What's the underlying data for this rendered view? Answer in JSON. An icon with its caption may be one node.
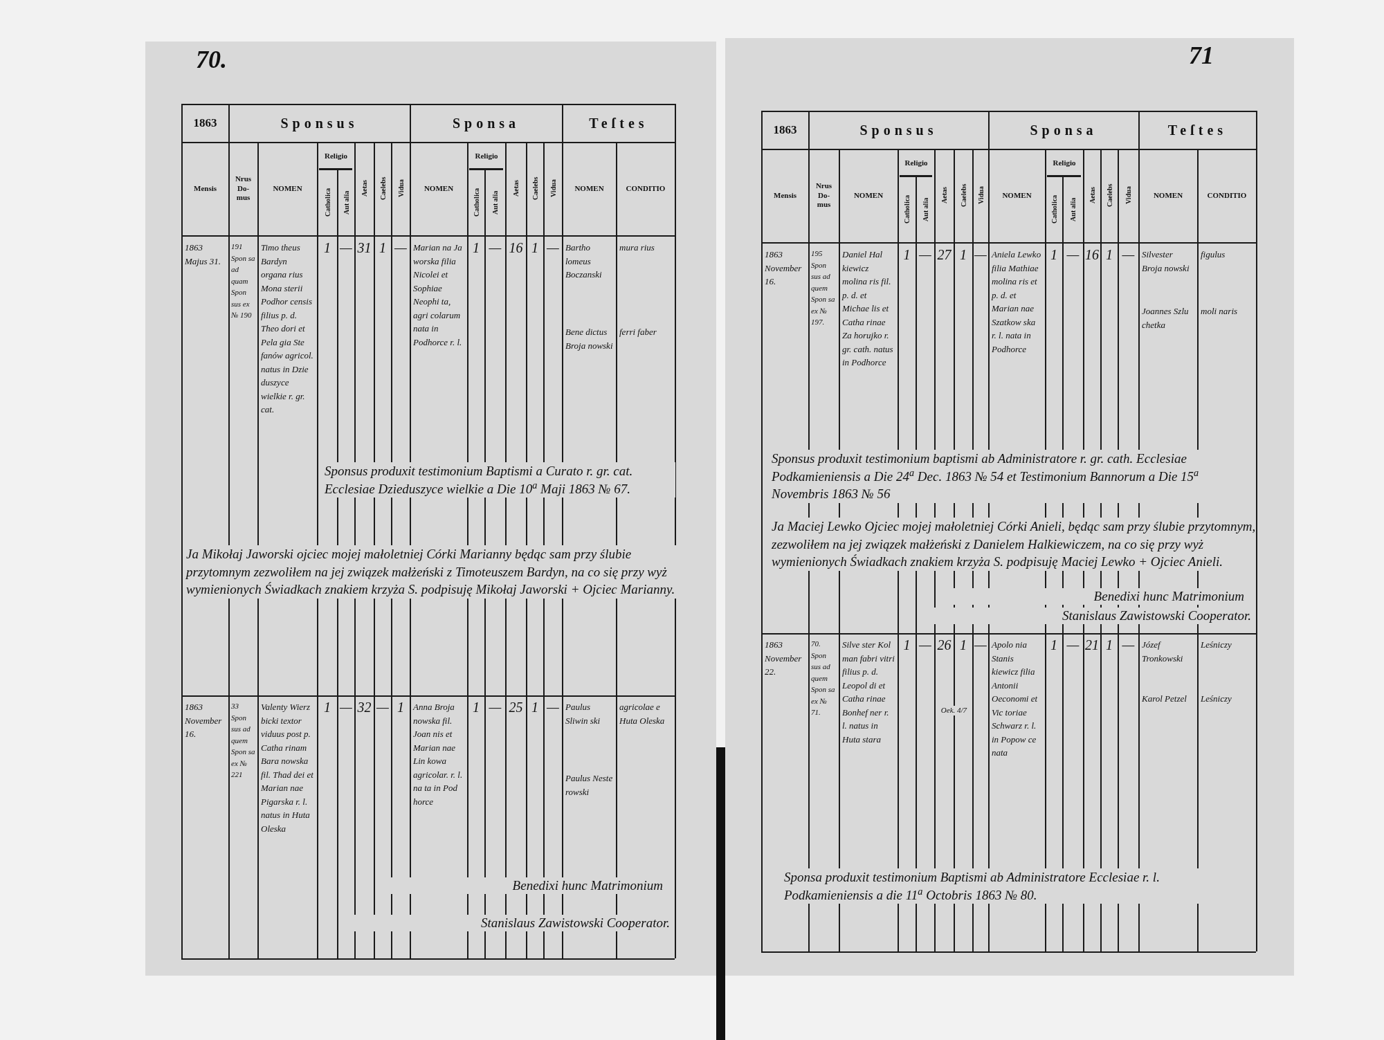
{
  "diagram": {
    "labels": [
      "70.",
      "1863",
      "Sponsus",
      "Sponsa",
      "Teſtes",
      "Mensis",
      "Nrus Do- mus",
      "NOMEN",
      "Religio",
      "Catholica",
      "Aut alia",
      "Aetas",
      "Caelebs",
      "Vidua",
      "NOMEN",
      "Religio",
      "Catholica",
      "Aut alia",
      "Aetas",
      "Caelebs",
      "Vidua",
      "NOMEN",
      "CONDITIO",
      "1863 Majus 31.",
      "191 Spon sa ad quam Spon sus ex № 190",
      "Timo theus Bardyn organa rius Mona sterii Podhor censis filius p. d. Theo dori et Pela gia Ste fanów agricol. natus in Dzie duszyce wielkie r. gr. cat.",
      "1",
      "—",
      "31",
      "1",
      "—",
      "Marian na Ja worska filia Nicolei et Sophiae Neophi ta, agri colarum nata in Podhorce r. l.",
      "1",
      "—",
      "16",
      "1",
      "—",
      "Bartho lomeus Boczanski",
      "mura rius",
      "Bene dictus Broja nowski",
      "ferri faber",
      "Sponsus produxit testimonium Baptismi a Curato r. gr. cat. Ecclesiae Dzieduszyce wielkie a Die 10$^{a}$ Maji 1863 № 67.",
      "Ja Mikołaj Jaworski ojciec mojej małoletniej Córki Marianny będąc sam przy ślubie przytomnym zezwoliłem na jej związek małżeński z Timoteuszem Bardyn, na co się przy wyż wymienionych Świadkach znakiem krzyża S. podpisuję Mikołaj Jaworski + Ojciec Marianny.",
      "1863 November 16.",
      "33 Spon sus ad quem Spon sa ex № 221",
      "Valenty Wierz bicki textor viduus post p. Catha rinam Bara nowska fil. Thad dei et Marian nae Pigarska r. l. natus in Huta Oleska",
      "1",
      "—",
      "32",
      "—",
      "1",
      "Anna Broja nowska fil. Joan nis et Marian nae Lin kowa agricolar. r. l. na ta in Pod horce",
      "1",
      "—",
      "25",
      "1",
      "—",
      "Paulus Sliwin ski",
      "agricolae e Huta Oleska",
      "Paulus Neste rowski",
      "Benedixi hunc Matrimonium",
      "Stanislaus Zawistowski Cooperator.",
      "71",
      "1863",
      "Sponsus",
      "Sponsa",
      "Teſtes",
      "Mensis",
      "Nrus Do- mus",
      "NOMEN",
      "Religio",
      "Catholica",
      "Aut alia",
      "Aetas",
      "Caelebs",
      "Vidua",
      "NOMEN",
      "Religio",
      "Catholica",
      "Aut alia",
      "Aetas",
      "Caelebs",
      "Vidua",
      "NOMEN",
      "CONDITIO",
      "1863 November 16.",
      "195 Spon sus ad quem Spon sa ex № 197.",
      "Daniel Hal kiewicz molina ris fil. p. d. et Michae lis et Catha rinae Za horujko r. gr. cath. natus in Podhorce",
      "1",
      "—",
      "27",
      "1",
      "—",
      "Aniela Lewko filia Mathiae molina ris et p. d. et Marian nae Szatkow ska r. l. nata in Podhorce",
      "1",
      "—",
      "16",
      "1",
      "—",
      "Silvester Broja nowski",
      "figulus",
      "Joannes Szlu chetka",
      "moli naris",
      "Sponsus produxit testimonium baptismi ab Administratore r. gr. cath. Ecclesiae Podkamieniensis a Die 24$^{a}$ Dec. 1863 № 54 et Testimonium Bannorum a Die 15$^{a}$ Novembris 1863 № 56",
      "Ja Maciej Lewko Ojciec mojej małoletniej Córki Anieli, będąc sam przy ślubie przytomnym, zezwoliłem na jej związek małżeński z Danielem Halkiewiczem, na co się przy wyż wymienionych Świadkach znakiem krzyża S. podpisuję Maciej Lewko + Ojciec Anieli.",
      "Benedixi hunc Matrimonium",
      "Stanislaus Zawistowski Cooperator.",
      "1863 November 22.",
      "70. Spon sus ad quem Spon sa ex № 71.",
      "Silve ster Kol man fabri vitri filius p. d. Leopol di et Catha rinae Bonhef ner r. l. natus in Huta stara",
      "1",
      "—",
      "26",
      "1",
      "—",
      "Oek. 4/7",
      "Apolo nia Stanis kiewicz filia Antonii Oeconomi et Vic toriae Schwarz r. l. in Popow ce nata",
      "1",
      "—",
      "21",
      "1",
      "—",
      "Józef Tronkowski",
      "Leśniczy",
      "Karol Petzel",
      "Leśniczy",
      "Sponsa produxit testimonium Baptismi ab Administratore Ecclesiae r. l. Podkamieniensis a die 11$^{a}$ Octobris 1863 № 80."
    ]
  }
}
